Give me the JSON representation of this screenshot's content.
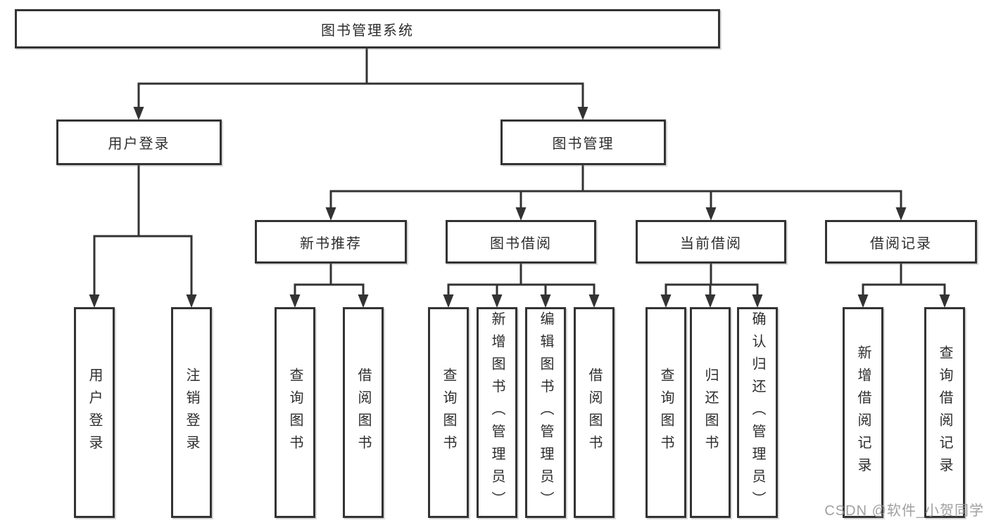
{
  "diagram": {
    "root": {
      "label": "图书管理系统"
    },
    "branches": {
      "user": {
        "label": "用户登录"
      },
      "book": {
        "label": "图书管理"
      }
    },
    "modules": {
      "recommend": {
        "label": "新书推荐"
      },
      "borrow": {
        "label": "图书借阅"
      },
      "current": {
        "label": "当前借阅"
      },
      "record": {
        "label": "借阅记录"
      }
    },
    "leaves": {
      "user": [
        "用户登录",
        "注销登录"
      ],
      "recommend": [
        "查询图书",
        "借阅图书"
      ],
      "borrow": [
        "查询图书",
        "新增图书（管理员）",
        "编辑图书（管理员）",
        "借阅图书"
      ],
      "current": [
        "查询图书",
        "归还图书",
        "确认归还（管理员）"
      ],
      "record": [
        "新增借阅记录",
        "查询借阅记录"
      ]
    }
  },
  "watermark": "CSDN @软件_小贺同学",
  "colors": {
    "line": "#333333",
    "text": "#2d2d2d",
    "watermark": "#969696",
    "background": "#ffffff"
  }
}
